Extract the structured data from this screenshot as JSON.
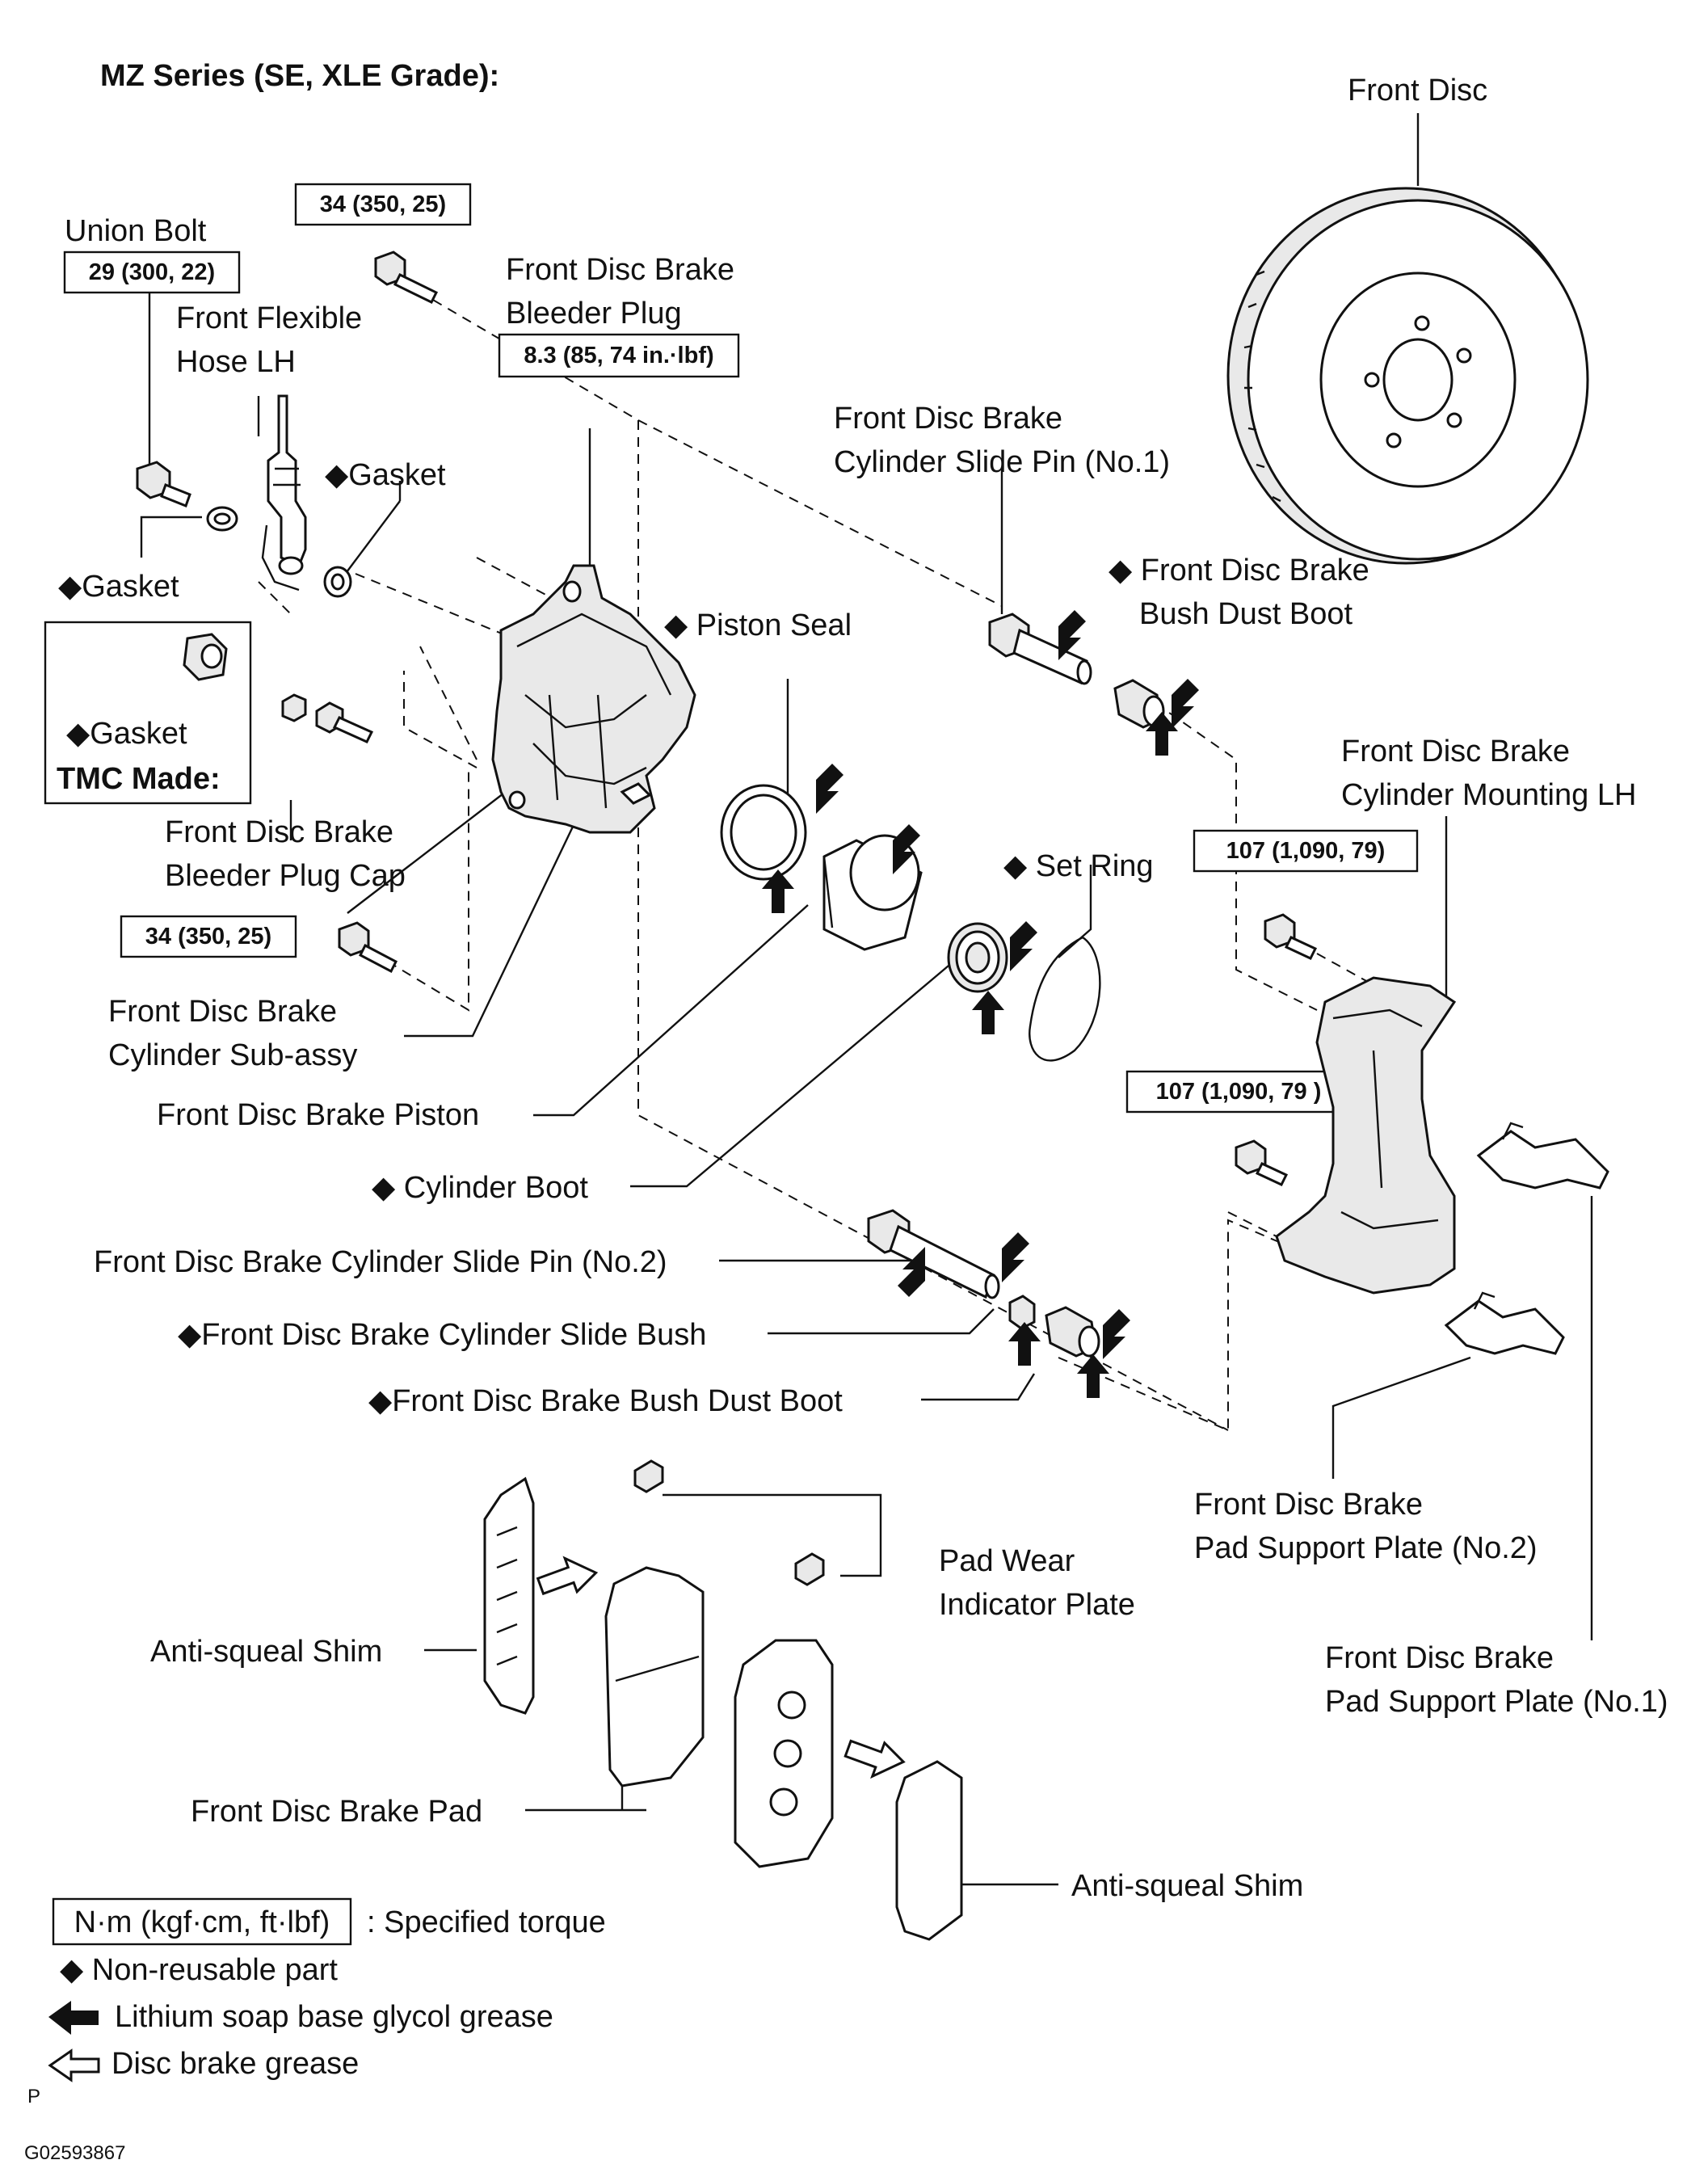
{
  "title": "MZ Series (SE, XLE Grade):",
  "torque": {
    "t1": "34 (350, 25)",
    "t2": "29 (300, 22)",
    "t3": "8.3 (85, 74 in.·lbf)",
    "t4": "34 (350, 25)",
    "t5": "107 (1,090, 79)",
    "t6": "107 (1,090, 79 )"
  },
  "labels": {
    "union_bolt": "Union Bolt",
    "hose_1": "Front Flexible",
    "hose_2": "Hose LH",
    "bleeder_1": "Front Disc Brake",
    "bleeder_2": "Bleeder Plug",
    "gasket_a": "◆Gasket",
    "gasket_b": "◆Gasket",
    "gasket_c": "◆Gasket",
    "tmc_made": "TMC Made:",
    "bleeder_cap_1": "Front Disc Brake",
    "bleeder_cap_2": "Bleeder Plug Cap",
    "cyl_sub_1": "Front Disc Brake",
    "cyl_sub_2": "Cylinder Sub-assy",
    "piston": "Front Disc Brake Piston",
    "cyl_boot": "◆ Cylinder Boot",
    "slide_pin2": "Front Disc Brake Cylinder Slide Pin (No.2)",
    "slide_bush": "◆Front Disc Brake Cylinder Slide Bush",
    "bush_boot_lower": "◆Front Disc Brake Bush Dust Boot",
    "piston_seal": "◆ Piston Seal",
    "slide_pin1_1": "Front Disc Brake",
    "slide_pin1_2": "Cylinder Slide Pin (No.1)",
    "bush_boot_upper_1": "◆ Front Disc Brake",
    "bush_boot_upper_2": "Bush Dust Boot",
    "set_ring": "◆ Set Ring",
    "front_disc": "Front Disc",
    "mounting_1": "Front Disc Brake",
    "mounting_2": "Cylinder Mounting LH",
    "support_no2_1": "Front Disc Brake",
    "support_no2_2": "Pad Support Plate (No.2)",
    "support_no1_1": "Front Disc Brake",
    "support_no1_2": "Pad Support Plate (No.1)",
    "wear_1": "Pad Wear",
    "wear_2": "Indicator Plate",
    "shim_left": "Anti-squeal Shim",
    "shim_right": "Anti-squeal Shim",
    "pad": "Front Disc Brake Pad"
  },
  "legend": {
    "torque_box": "N·m (kgf·cm, ft·lbf)",
    "torque_text": ": Specified torque",
    "nonreusable": "◆ Non-reusable part",
    "lithium": "Lithium soap base glycol grease",
    "disc_grease": "Disc brake grease"
  },
  "footer": {
    "p": "P",
    "code": "G02593867"
  }
}
